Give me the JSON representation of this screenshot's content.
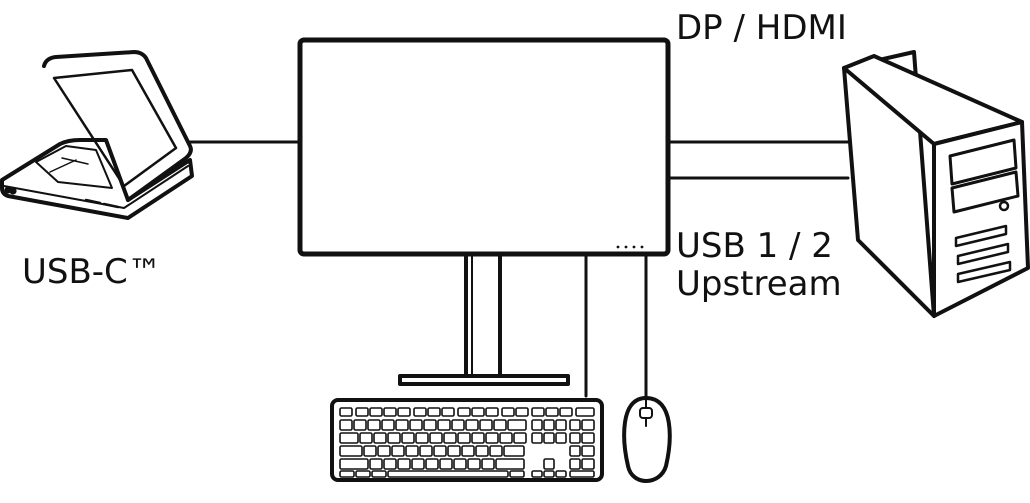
{
  "labels": {
    "usb_c": "USB-C™",
    "dp_hdmi": "DP / HDMI",
    "usb_upstream_line1": "USB 1 / 2",
    "usb_upstream_line2": "Upstream"
  },
  "colors": {
    "stroke": "#111111",
    "fill": "#ffffff"
  },
  "icons": [
    "laptop-icon",
    "monitor-icon",
    "desktop-tower-icon",
    "keyboard-icon",
    "mouse-icon"
  ]
}
